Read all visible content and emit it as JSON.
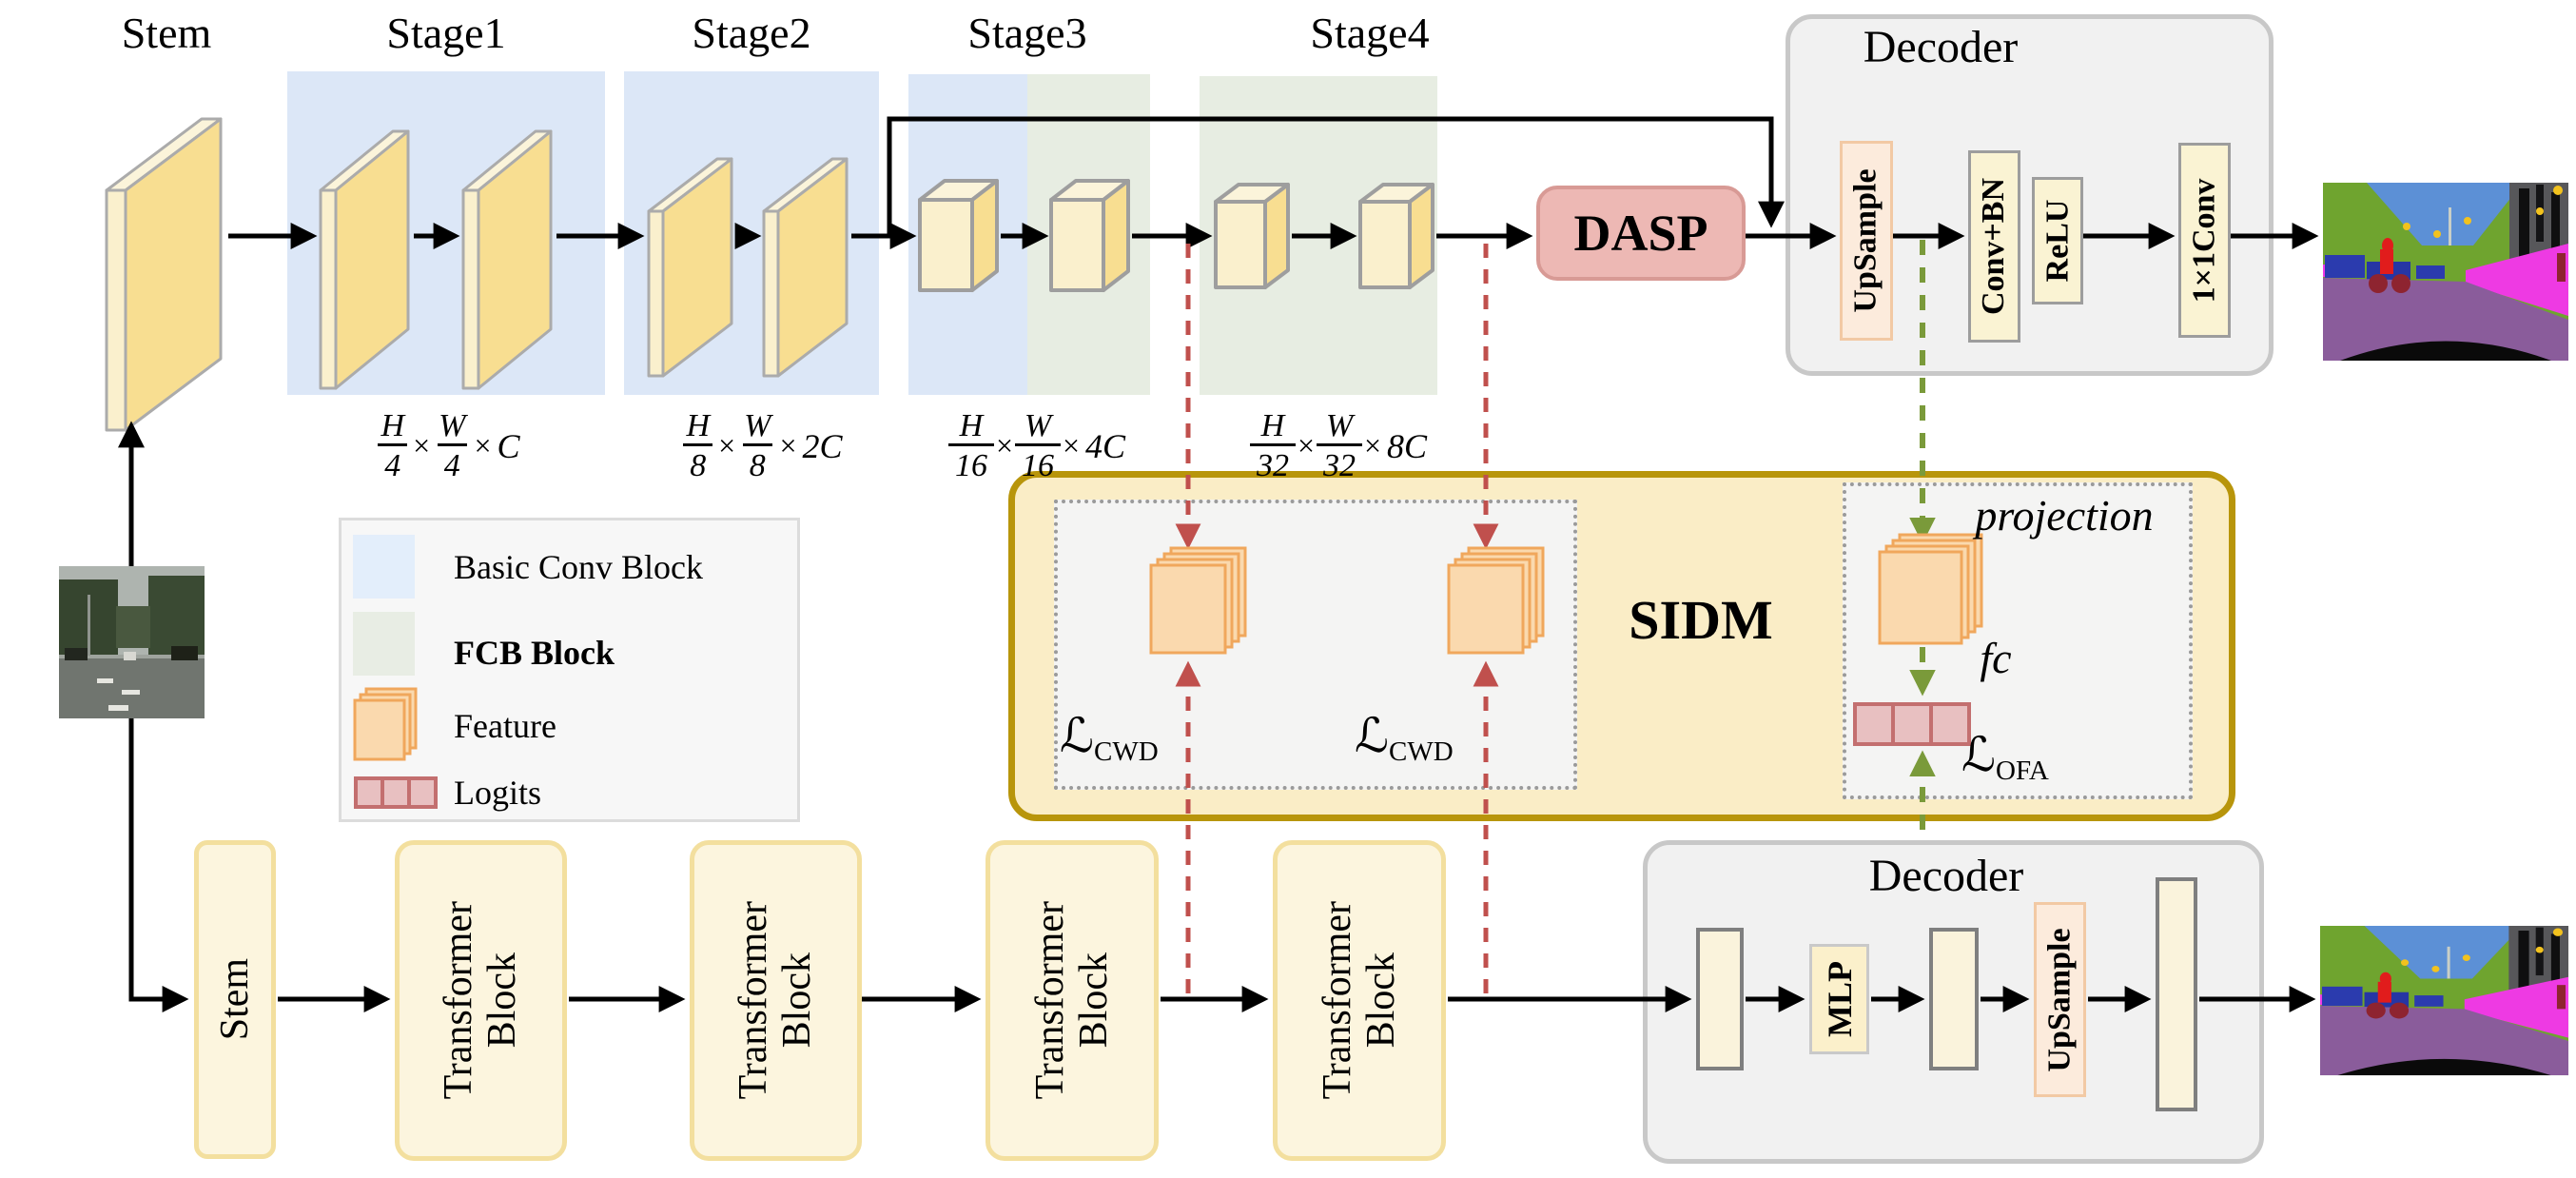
{
  "symbols": {
    "times": "×",
    "loss_letter": "ℒ"
  },
  "teacher": {
    "stem_label": "Stem",
    "stage_labels": [
      "Stage1",
      "Stage2",
      "Stage3",
      "Stage4"
    ],
    "dims": [
      {
        "h": "H",
        "h_div": "4",
        "w": "W",
        "w_div": "4",
        "channels": "C"
      },
      {
        "h": "H",
        "h_div": "8",
        "w": "W",
        "w_div": "8",
        "channels": "2C"
      },
      {
        "h": "H",
        "h_div": "16",
        "w": "W",
        "w_div": "16",
        "channels": "4C"
      },
      {
        "h": "H",
        "h_div": "32",
        "w": "W",
        "w_div": "32",
        "channels": "8C"
      }
    ],
    "dasp_label": "DASP",
    "decoder": {
      "title": "Decoder",
      "upsample_label": "UpSample",
      "conv_bn_label": "Conv+BN",
      "relu_label": "ReLU",
      "conv1x1_label": "1×1Conv"
    }
  },
  "sidm": {
    "title": "SIDM",
    "projection_label": "projection",
    "fc_label": "fc",
    "loss_cwd_sub": "CWD",
    "loss_ofa_sub": "OFA"
  },
  "legend": {
    "items": [
      {
        "label": "Basic Conv Block"
      },
      {
        "label": "FCB Block"
      },
      {
        "label": "Feature"
      },
      {
        "label": "Logits"
      }
    ]
  },
  "student": {
    "stem_label": "Stem",
    "transformer_blocks": [
      {
        "line1": "Transformer",
        "line2": "Block"
      },
      {
        "line1": "Transformer",
        "line2": "Block"
      },
      {
        "line1": "Transformer",
        "line2": "Block"
      },
      {
        "line1": "Transformer",
        "line2": "Block"
      }
    ],
    "decoder": {
      "title": "Decoder",
      "mlp_label": "MLP",
      "upsample_label": "UpSample"
    }
  },
  "colors": {
    "stage_conv_bg": "#DCE7F7",
    "stage_fcb_bg": "#E7EDE2",
    "slab_face": "#F8DE91",
    "slab_edge": "#FAF0CD",
    "feature_fill": "#FAD9AE",
    "feature_border": "#F0A75C",
    "logits_fill": "#E8C0C1",
    "logits_border": "#C36F6F",
    "dasp_fill": "#EDB8B4",
    "dasp_border": "#D89A95",
    "sidm_fill": "#FAEDC6",
    "sidm_border": "#B8950B",
    "decoder_fill": "#F1F1F1",
    "decoder_border": "#C8C8C8",
    "bar_cream": "#FAF3D3",
    "bar_peach": "#FCEBDC",
    "student_block_fill": "#FCF5DE",
    "student_block_border": "#F3DF9E",
    "distill_red": "#C0504D",
    "distill_green": "#7A9A3A",
    "arrow_black": "#000000"
  }
}
